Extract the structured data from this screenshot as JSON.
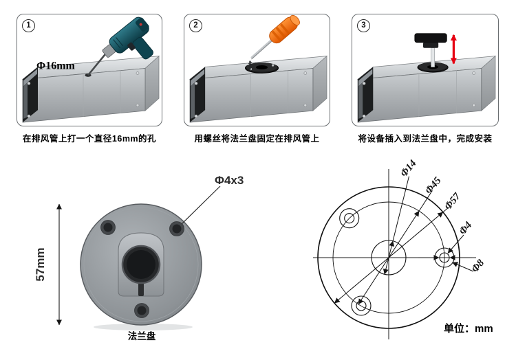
{
  "steps": [
    {
      "number": "1",
      "caption": "在排风管上打一个直径16mm的孔",
      "annotation": "Φ16mm"
    },
    {
      "number": "2",
      "caption": "用螺丝将法兰盘固定在排风管上"
    },
    {
      "number": "3",
      "caption": "将设备插入到法兰盘中，完成安装"
    }
  ],
  "flange_photo": {
    "holes_label": "Φ4x3",
    "height_label": "57mm",
    "caption": "法兰盘"
  },
  "tech_drawing": {
    "dim_14": "Φ14",
    "dim_45": "Φ45",
    "dim_57": "Φ57",
    "dim_4": "Φ4",
    "dim_8": "Φ8",
    "unit": "单位：mm"
  },
  "colors": {
    "insert_arrow_red": "#e60012",
    "screwdriver_handle_orange": "#f07020",
    "drill_body_teal": "#1d5f6e",
    "flange_gray": "#8d9296"
  }
}
